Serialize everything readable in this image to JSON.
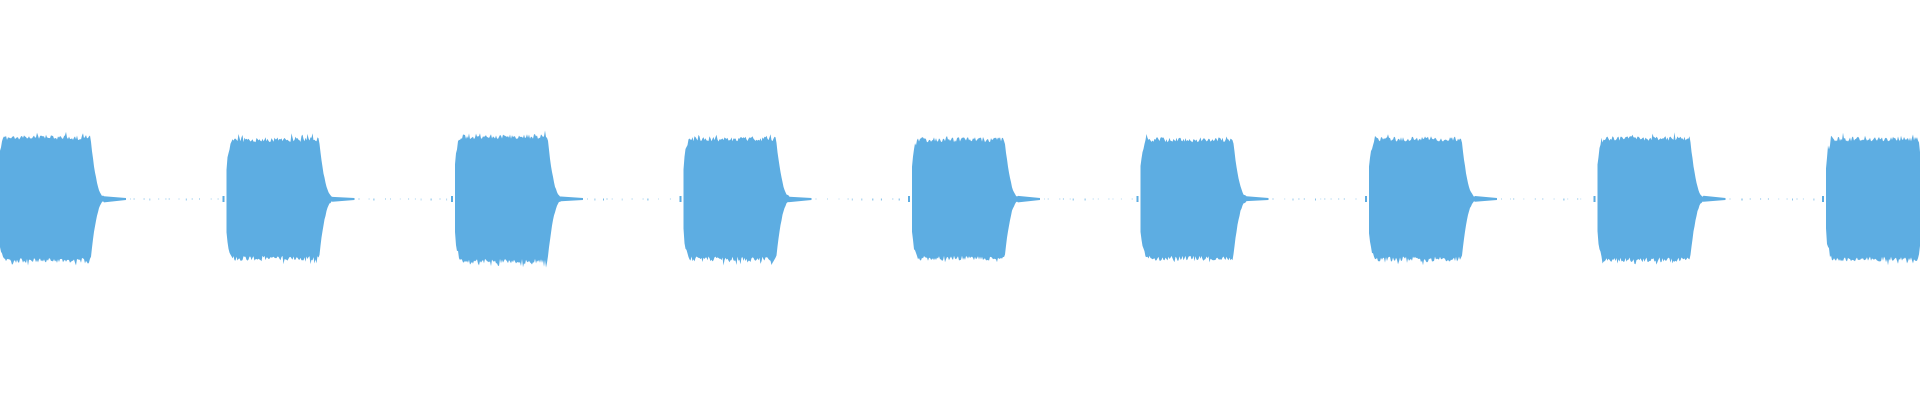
{
  "waveform": {
    "color": "#5dade2",
    "background": "#ffffff",
    "burst_count": 9,
    "bursts": [
      {
        "index": 1,
        "amplitude": 0.85
      },
      {
        "index": 2,
        "amplitude": 0.82
      },
      {
        "index": 3,
        "amplitude": 0.86
      },
      {
        "index": 4,
        "amplitude": 0.83
      },
      {
        "index": 5,
        "amplitude": 0.82
      },
      {
        "index": 6,
        "amplitude": 0.82
      },
      {
        "index": 7,
        "amplitude": 0.83
      },
      {
        "index": 8,
        "amplitude": 0.84
      },
      {
        "index": 9,
        "amplitude": 0.83
      }
    ]
  }
}
